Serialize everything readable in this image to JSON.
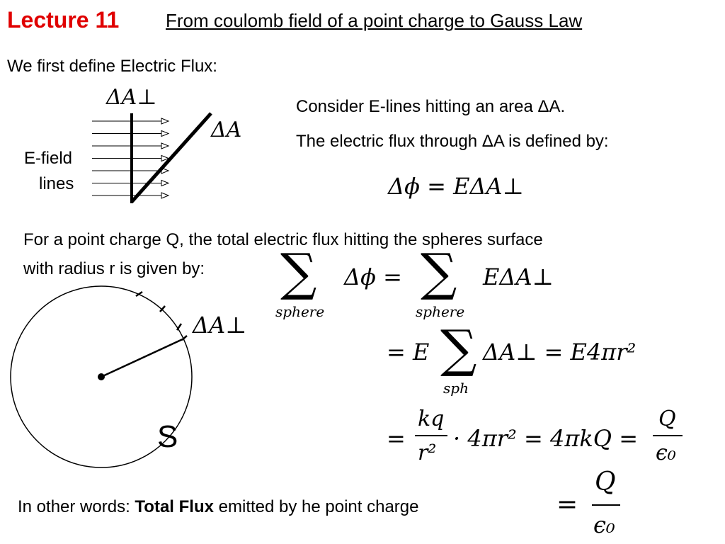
{
  "header": {
    "title": "Lecture 11",
    "subtitle": "From coulomb field of a point charge to Gauss Law"
  },
  "intro": {
    "line": "We first define Electric Flux:"
  },
  "figure1": {
    "label_perp": "ΔA⊥",
    "label_area": "ΔA",
    "efield_line1": "E-field",
    "efield_line2": "lines",
    "arrow_count": 7
  },
  "definition": {
    "line1": "Consider E-lines hitting an area ΔA.",
    "line2": "The electric flux through ΔA is defined by:",
    "formula": "Δϕ = EΔA⊥"
  },
  "point_charge": {
    "line1": "For a point charge Q, the total electric flux hitting the spheres surface",
    "line2": "with radius r is given by:"
  },
  "figure2": {
    "label_perp": "ΔA⊥",
    "surface_label": "S"
  },
  "equations": {
    "sum_sym": "∑",
    "sub_sphere": "sphere",
    "sub_sph": "sph",
    "eq1_left": "Δϕ =",
    "eq1_right": "EΔA⊥",
    "eq2_a": "= E",
    "eq2_b": "ΔA⊥ = E4πr²",
    "eq3_a": "=",
    "eq3_num": "kq",
    "eq3_den": "r²",
    "eq3_b": "· 4πr² = 4πkQ =",
    "eq3_num2": "Q",
    "eq3_den2": "ϵ₀"
  },
  "conclusion": {
    "prefix": "In other words: ",
    "bold": "Total Flux",
    "suffix": " emitted by he point charge",
    "eq": "=",
    "num": "Q",
    "den": "ϵ₀"
  }
}
